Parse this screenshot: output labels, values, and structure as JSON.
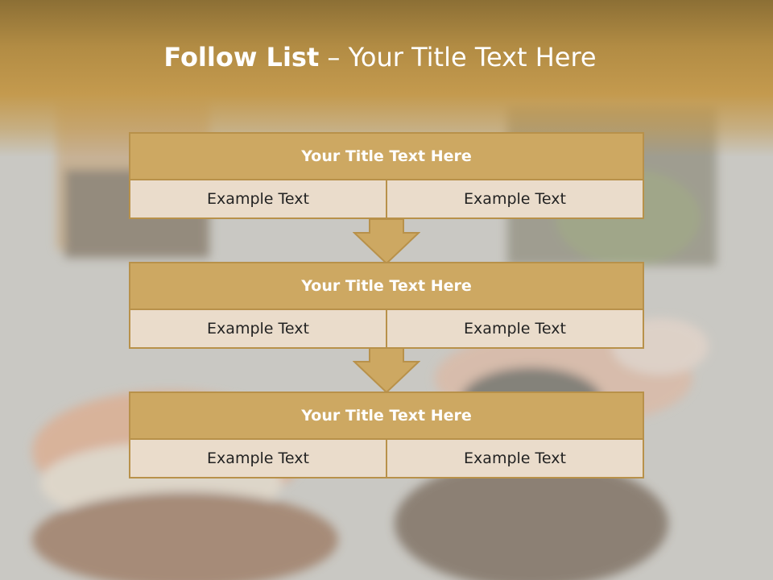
{
  "slide": {
    "title_bold": "Follow List",
    "title_rest": " – Your Title Text Here"
  },
  "blocks": [
    {
      "title": "Your Title Text Here",
      "left_text": "Example Text",
      "right_text": "Example Text"
    },
    {
      "title": "Your Title Text Here",
      "left_text": "Example Text",
      "right_text": "Example Text"
    },
    {
      "title": "Your Title Text Here",
      "left_text": "Example Text",
      "right_text": "Example Text"
    }
  ],
  "colors": {
    "title_band": "#c49a4e",
    "header_fill": "#cda862",
    "cell_fill": "#eadccb",
    "border": "#b8914a",
    "background": "#c9c8c3"
  }
}
